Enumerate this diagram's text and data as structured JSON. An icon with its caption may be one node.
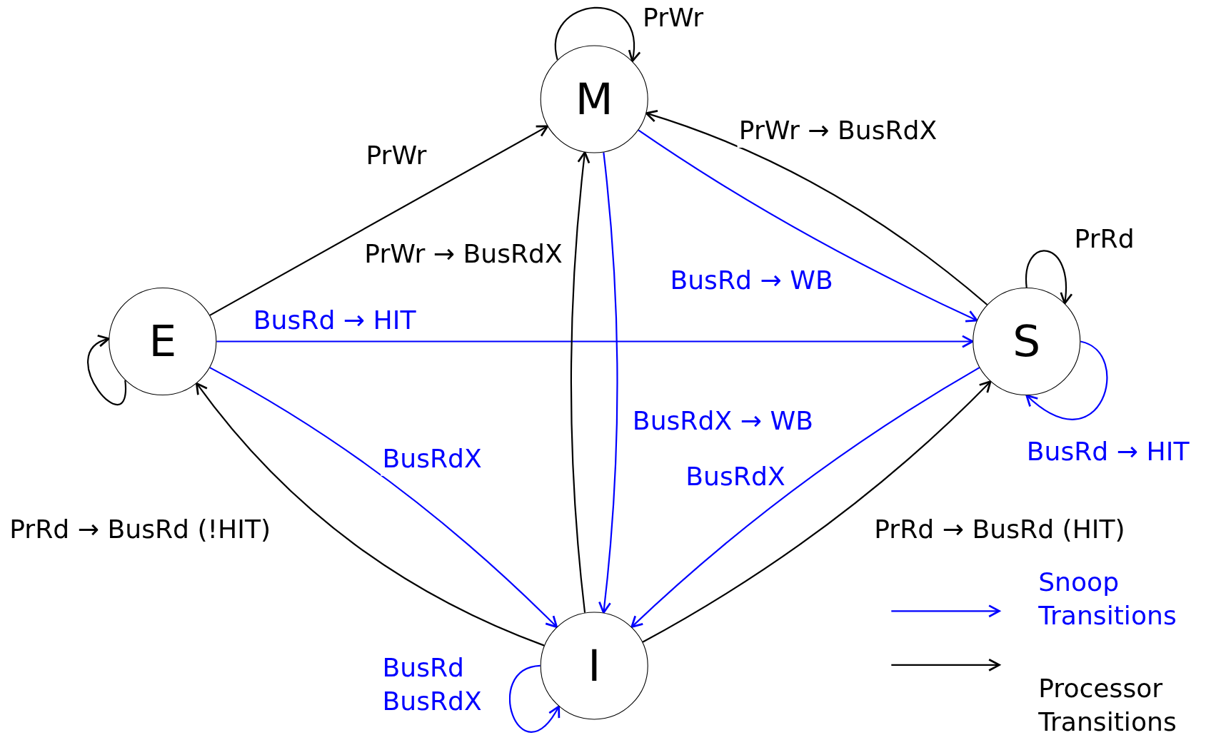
{
  "diagram": {
    "nodes": [
      {
        "text": [
          "M"
        ]
      },
      {
        "text": [
          "E"
        ]
      },
      {
        "text": [
          "S"
        ]
      },
      {
        "text": [
          "I"
        ]
      }
    ],
    "edges": [
      {
        "from": 1,
        "to": 0,
        "arrow": "to",
        "label": "PrWr"
      },
      {
        "from": 2,
        "to": 0,
        "arrow": "to",
        "label": "PrWr → BusRdX"
      },
      {
        "from": 0,
        "to": 2,
        "arrow": "to",
        "label": "BusRd → WB",
        "color": "#0000ff"
      },
      {
        "from": 0,
        "to": 0,
        "arrow": "to",
        "label": "PrWr"
      },
      {
        "from": 2,
        "to": 2,
        "arrow": "to",
        "label": "PrRd"
      },
      {
        "from": 2,
        "to": 2,
        "arrow": "to",
        "label": "BusRd → HIT",
        "color": "#0000ff"
      },
      {
        "from": 1,
        "to": 1,
        "arrow": "to"
      },
      {
        "from": 1,
        "to": 2,
        "arrow": "to",
        "label": "BusRd → HIT",
        "color": "#0000ff"
      },
      {
        "from": 1,
        "to": 3,
        "arrow": "to",
        "label": "BusRdX",
        "color": "#0000ff"
      },
      {
        "from": 3,
        "to": 1,
        "arrow": "to",
        "label": "PrRd → BusRd (!HIT)"
      },
      {
        "from": 3,
        "to": 0,
        "arrow": "to",
        "label": "PrWr → BusRdX"
      },
      {
        "from": 0,
        "to": 3,
        "arrow": "to",
        "label": "BusRdX → WB",
        "color": "#0000ff"
      },
      {
        "from": 2,
        "to": 3,
        "arrow": "to",
        "label": "BusRdX",
        "color": "#0000ff"
      },
      {
        "from": 3,
        "to": 2,
        "arrow": "to",
        "label": "PrRd → BusRd (HIT)"
      },
      {
        "from": 3,
        "to": 3,
        "arrow": "to",
        "label": "BusRd BusRdX",
        "color": "#0000ff"
      }
    ],
    "legend": [
      {
        "text": "Snoop Transitions"
      },
      {
        "text": "Processor Transitions"
      }
    ]
  }
}
